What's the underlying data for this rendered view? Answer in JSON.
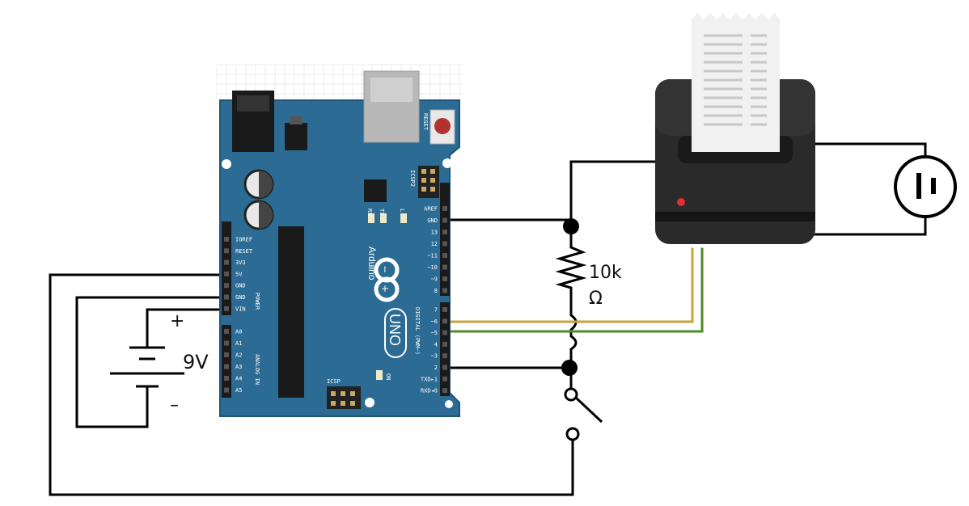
{
  "colors": {
    "board": "#2b6b94",
    "board_edge": "#1f5578",
    "wire": "#000000",
    "wire_yellow": "#c9a23a",
    "wire_green": "#4f8a2b",
    "printer_body": "#2a2a2a",
    "led": "#e0302a",
    "paper": "#f1f1f1"
  },
  "arduino": {
    "brand": "Arduino",
    "model": "UNO",
    "reset_label": "RESET",
    "icsp2_label": "ICSP2",
    "icsp_label": "ICSP",
    "on_label": "ON",
    "tx_label": "TX",
    "rx_label": "RX",
    "l_label": "L",
    "power_header_label": "POWER",
    "analog_header_label": "ANALOG IN",
    "digital_header_label": "DIGITAL (PWM~)",
    "power_pins": [
      "IOREF",
      "RESET",
      "3V3",
      "5V",
      "GND",
      "GND",
      "VIN"
    ],
    "analog_pins": [
      "A0",
      "A1",
      "A2",
      "A3",
      "A4",
      "A5"
    ],
    "top_pins": [
      "AREF",
      "GND",
      "13",
      "12",
      "~11",
      "~10",
      "~9",
      "8"
    ],
    "digital_pins": [
      "7",
      "~6",
      "~5",
      "4",
      "~3",
      "2",
      "TXD▸1",
      "RXD◂0"
    ]
  },
  "battery": {
    "voltage": "9V",
    "plus": "+",
    "minus": "–"
  },
  "resistor": {
    "value": "10k",
    "unit": "Ω"
  },
  "icons": {
    "printer": "thermal-printer-icon",
    "outlet": "power-outlet-icon",
    "switch": "push-switch-icon",
    "battery": "battery-icon",
    "resistor": "resistor-icon"
  }
}
